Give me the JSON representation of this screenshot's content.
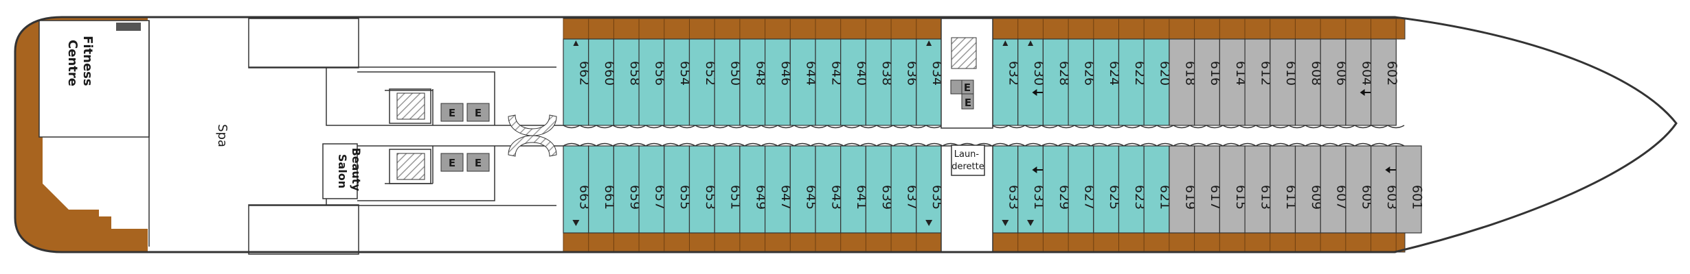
{
  "colors": {
    "teal": "#7ECFCB",
    "grey": "#B3B3B3",
    "wood": "#A8641F",
    "hull": "#333333",
    "elevator": "#9E9E9E"
  },
  "labels": {
    "fitness": [
      "Fitness",
      "Centre"
    ],
    "spa": "Spa",
    "beauty": [
      "Beauty",
      "Salon"
    ],
    "launderette": [
      "Laun-",
      "derette"
    ],
    "elevator": "E"
  },
  "cabins": {
    "top_teal_aft": [
      "662",
      "660",
      "658",
      "656",
      "654",
      "652",
      "650",
      "648",
      "646",
      "644",
      "642",
      "640",
      "638",
      "636",
      "634"
    ],
    "top_teal_fwd": [
      "632",
      "630",
      "628",
      "626",
      "624",
      "622",
      "620"
    ],
    "top_grey": [
      "618",
      "616",
      "614",
      "612",
      "610",
      "608",
      "606",
      "604",
      "602"
    ],
    "bottom_teal_aft": [
      "663",
      "661",
      "659",
      "657",
      "655",
      "653",
      "651",
      "649",
      "647",
      "645",
      "643",
      "641",
      "639",
      "637",
      "635"
    ],
    "bottom_teal_fwd": [
      "633",
      "631",
      "629",
      "627",
      "625",
      "623",
      "621"
    ],
    "bottom_grey": [
      "619",
      "617",
      "615",
      "613",
      "611",
      "609",
      "607",
      "605",
      "603",
      "601"
    ]
  },
  "markers": {
    "triangle": [
      "662",
      "634",
      "632",
      "630",
      "663",
      "635",
      "633",
      "631"
    ],
    "connecting": [
      "630",
      "604",
      "631",
      "603"
    ]
  }
}
